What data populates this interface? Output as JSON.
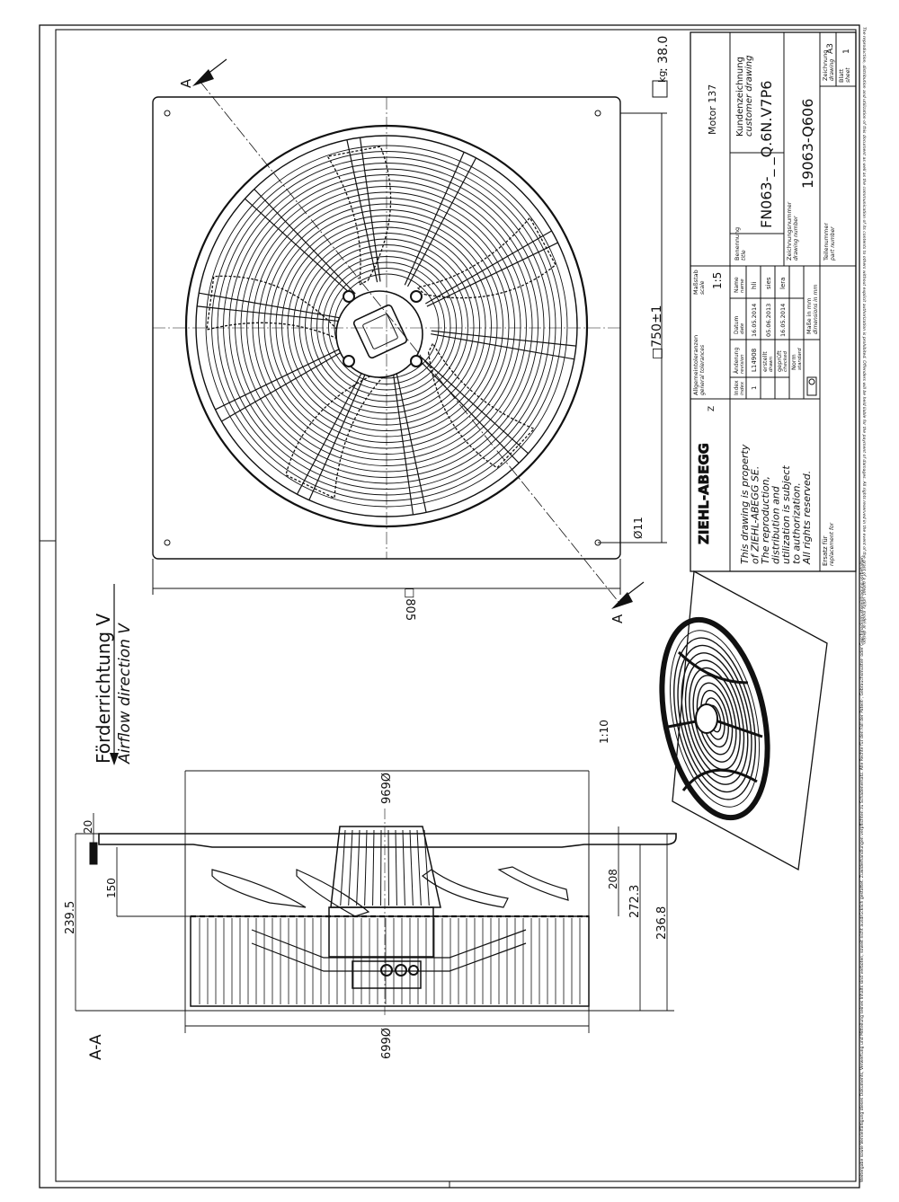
{
  "header": {
    "notice_top": "The reproduction, distribution and utilization of this document as well as the communication of its contents to others without explicit authorization is prohibited. Offenders will be held liable for the payment of damages. All rights reserved in the event of the grant of a patent, utility model or design.",
    "notice_bottom": "Weitergabe sowie Vervielfältigung dieses Dokuments, Verwertung und Mitteilung seines Inhalts sind verboten, soweit nicht ausdrücklich gestattet. Zuwiderhandlungen verpflichten zu Schadenersatz. Alle Rechte für den Fall der Patent-, Gebrauchsmuster- oder Geschmacksmustereintragung vorbehalten."
  },
  "drawing": {
    "section_label": "A",
    "section_view_title": "A-A",
    "airflow_de": "Förderrichtung V",
    "airflow_en": "Airflow direction V",
    "view_scale": "1:10",
    "weight": ": 38.0",
    "weight_unit": "kg",
    "dims": {
      "plate_outer": "□805",
      "hole_spacing": "□750±1",
      "hole_dia": "Ø11",
      "dia_top": "Ø696",
      "dia_bottom": "Ø669",
      "d20": "20",
      "d150": "150",
      "d239_5": "239.5",
      "d208": "208",
      "d272_3": "272.3",
      "d236_8": "236.8"
    }
  },
  "title_block": {
    "company": "ZIEHL-ABEGG",
    "property": [
      "This drawing is property",
      "of ZIEHL-ABEGG SE.",
      "The reproduction,",
      "distribution and",
      "utilization is subject",
      "to authorization.",
      "All rights reserved."
    ],
    "replacement_de": "Ersatz für",
    "replacement_en": "replacement for",
    "tolerances_de": "Allgemeintoleranzen",
    "tolerances_en": "general tolerances",
    "index_de": "Index",
    "index_en": "index",
    "revision_de": "Änderung",
    "revision_en": "revision",
    "date_de": "Datum",
    "date_en": "date",
    "name_de": "Name",
    "name_en": "name",
    "row1": {
      "index": "1",
      "revision": "L14908",
      "date": "16.05.2014",
      "name": "hli"
    },
    "drawn_de": "erstellt",
    "drawn_en": "drawn",
    "drawn_date": "05.06.2013",
    "drawn_name": "sies",
    "checked_de": "geprüft",
    "checked_en": "checked",
    "checked_date": "16.05.2014",
    "checked_name": "lera",
    "standard_de": "Norm",
    "standard_en": "standard",
    "dims_de": "Maße in mm",
    "dims_en": "dimensions in mm",
    "scale_de": "Maßstab",
    "scale_en": "scale",
    "scale": "1:5",
    "title_de": "Benennung",
    "title_en": "title",
    "drawing_number_de": "Zeichnungsnummer",
    "drawing_number_en": "drawing number",
    "part_number_de": "Teilenummer",
    "part_number_en": "part number",
    "motor": "Motor 137",
    "customer_de": "Kundenzeichnung",
    "customer_en": "customer drawing",
    "product": "FN063-_ _Q.6N.V7P6",
    "drawing_no": "19063-Q606",
    "format_de": "Zeichnung",
    "format_en": "drawing",
    "format": "A3",
    "sheet_de": "Blatt",
    "sheet_en": "sheet",
    "sheet": "1"
  }
}
